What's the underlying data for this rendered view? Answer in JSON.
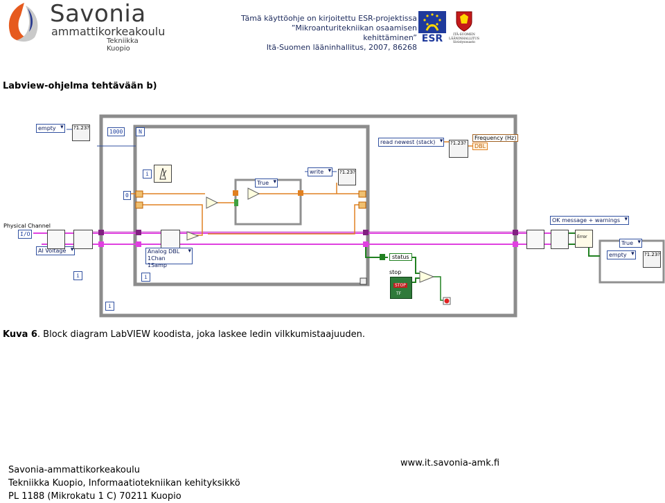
{
  "header": {
    "logo": {
      "name": "Savonia",
      "subtitle": "ammattikorkeakoulu",
      "unit": "Tekniikka Kuopio"
    },
    "project_lines": [
      "Tämä käyttöohje on kirjoitettu ESR-projektissa",
      "”Mikroanturitekniikan osaamisen kehittäminen”",
      "Itä-Suomen lääninhallitus, 2007, 86268"
    ],
    "esr_logo": "ESR",
    "province_logo": [
      "ITÄ-SUOMEN",
      "LÄÄNINHALLITUS",
      "Sivistysosasto"
    ]
  },
  "heading": "Labview-ohjelma tehtävään b)",
  "diagram": {
    "labels": {
      "physical_channel": "Physical Channel",
      "ai_voltage": "AI Voltage",
      "empty_top": "empty",
      "const_1000": "1000",
      "loop_n": "N",
      "const_0": "0",
      "case_true": "True",
      "write": "write",
      "read_newest": "read newest (stack)",
      "frequency": "Frequency (Hz)",
      "dbl": "DBL",
      "analog_dbl": "Analog DBL",
      "one_chan": "1Chan 1Samp",
      "status": "status",
      "stop": "stop",
      "stop_btn": "STOP",
      "tf": "TF",
      "ok_message": "OK message + warnings",
      "case_true2": "True",
      "empty_right": "empty",
      "io": "I/O",
      "iter_i": "i",
      "err": "Error",
      "prop_tag": "?1.23?"
    }
  },
  "caption": {
    "prefix": "Kuva 6",
    "text": ". Block diagram LabVIEW koodista, joka laskee ledin vilkkumistaajuuden."
  },
  "footer": {
    "lines": [
      "Savonia-ammattikorkeakoulu",
      "Tekniikka Kuopio, Informaatiotekniikan kehityksikkö",
      "PL 1188 (Mikrokatu 1 C) 70211 Kuopio"
    ],
    "url": "www.it.savonia-amk.fi"
  },
  "colors": {
    "pink_wire": "#e040e0",
    "green_wire": "#208020",
    "orange_wire": "#e08020",
    "loop_border": "#909090",
    "blue": "#3050a0"
  }
}
